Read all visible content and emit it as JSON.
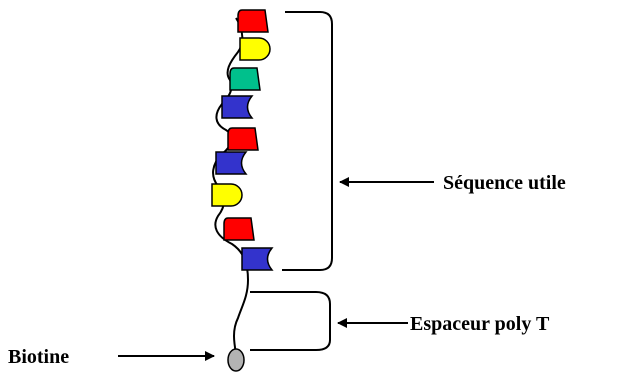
{
  "diagram": {
    "labels": {
      "useful_sequence": "Séquence utile",
      "poly_t_spacer": "Espaceur poly T",
      "biotin": "Biotine"
    },
    "nucleotides": [
      {
        "color": "#ff0000",
        "shape": "tab-right"
      },
      {
        "color": "#ffff00",
        "shape": "round-right"
      },
      {
        "color": "#00c08c",
        "shape": "tab-right"
      },
      {
        "color": "#3333cc",
        "shape": "notch-right"
      },
      {
        "color": "#ff0000",
        "shape": "tab-right"
      },
      {
        "color": "#3333cc",
        "shape": "notch-right"
      },
      {
        "color": "#ffff00",
        "shape": "round-right"
      },
      {
        "color": "#ff0000",
        "shape": "tab-right"
      },
      {
        "color": "#3333cc",
        "shape": "notch-right"
      }
    ],
    "colors": {
      "stroke": "#000000",
      "biotin": "#b3b3b3"
    }
  }
}
